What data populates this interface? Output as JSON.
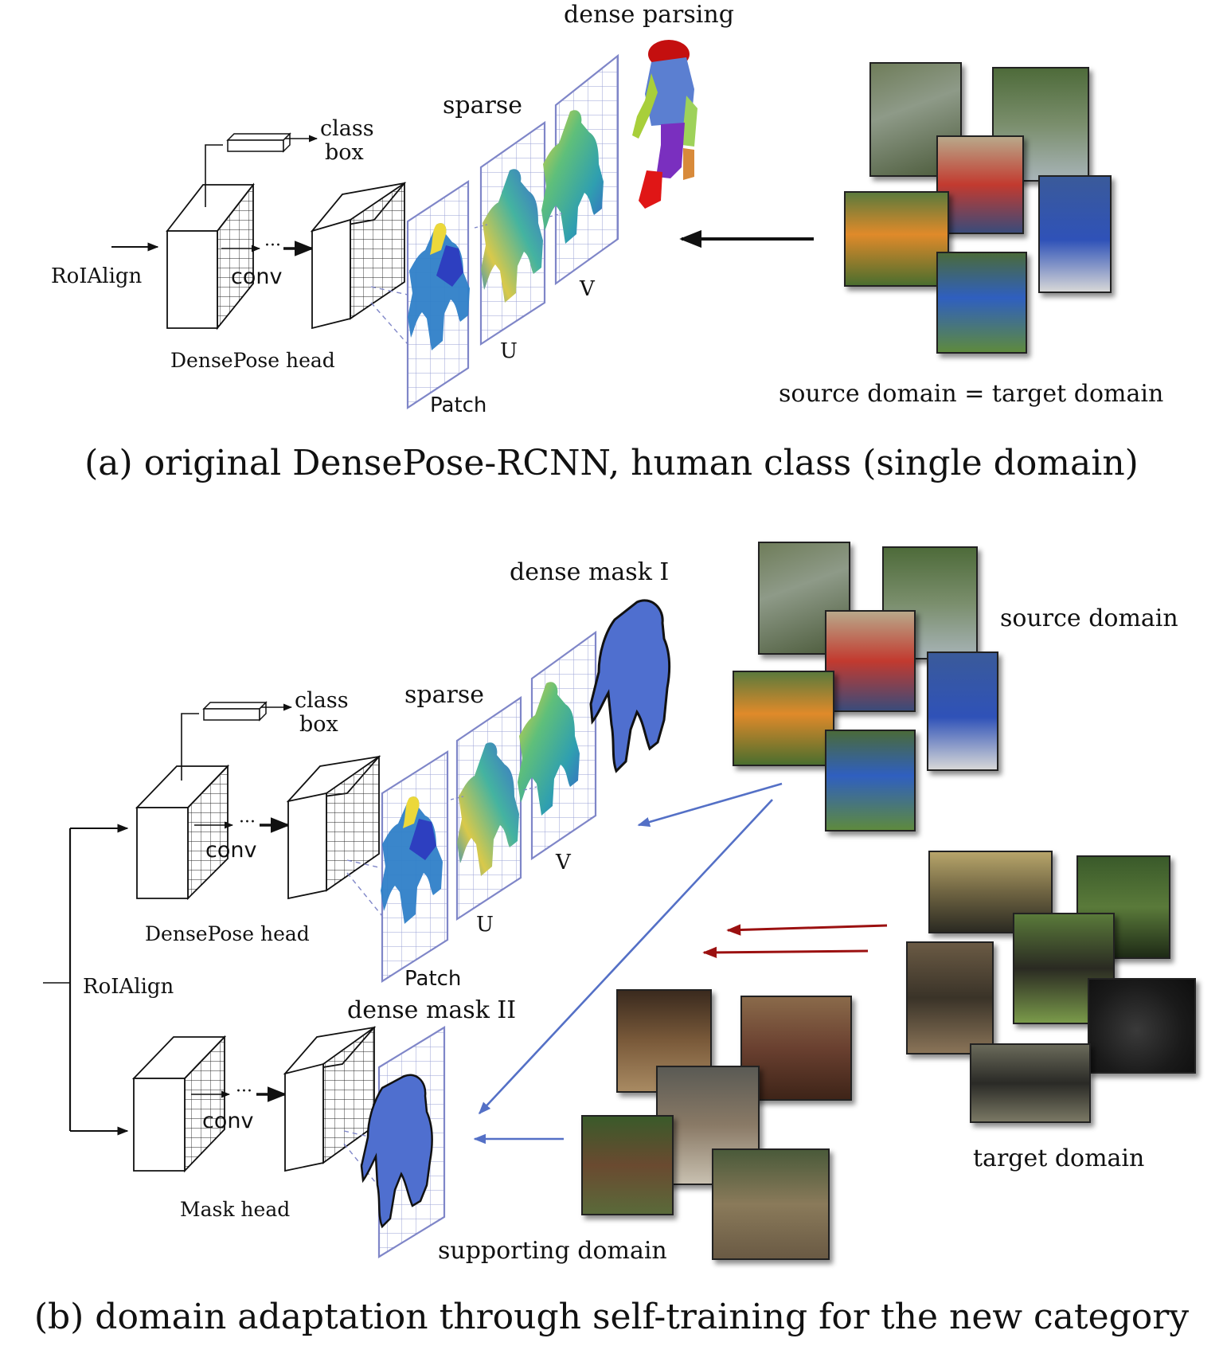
{
  "panel_a": {
    "caption": "(a) original DensePose-RCNN, human class (single domain)",
    "roialign": "RoIAlign",
    "class": "class",
    "box": "box",
    "conv": "conv",
    "head": "DensePose head",
    "patch": "Patch",
    "u": "U",
    "v": "V",
    "sparse": "sparse",
    "dense_parsing": "dense parsing",
    "domain": "source domain = target domain"
  },
  "panel_b": {
    "caption": "(b) domain adaptation through self-training for the new category",
    "roialign": "RoIAlign",
    "class": "class",
    "box": "box",
    "conv_top": "conv",
    "conv_bottom": "conv",
    "densepose_head": "DensePose head",
    "mask_head": "Mask head",
    "patch": "Patch",
    "u": "U",
    "v": "V",
    "sparse": "sparse",
    "dense_mask_1": "dense mask I",
    "dense_mask_2": "dense mask II",
    "source_domain": "source domain",
    "target_domain": "target domain",
    "supporting_domain": "supporting domain"
  },
  "colors": {
    "blue_arrow": "#5470c6",
    "red_arrow": "#9b1010",
    "grid_frame": "#7f86c8",
    "mask_fill": "#4f6fcf"
  }
}
